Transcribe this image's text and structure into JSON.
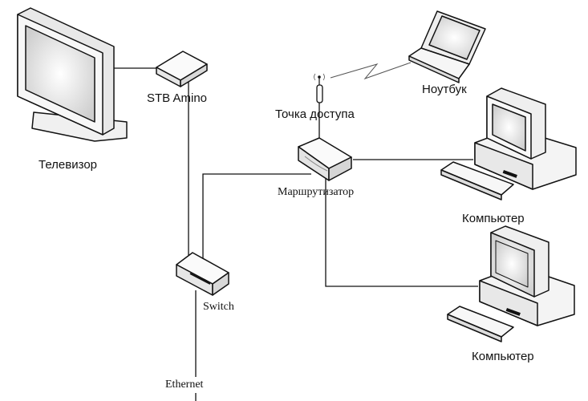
{
  "diagram": {
    "type": "network-topology",
    "nodes": {
      "tv": {
        "label": "Телевизор",
        "icon": "tv-monitor-icon"
      },
      "stb": {
        "label": "STB Amino",
        "icon": "set-top-box-icon"
      },
      "access_point": {
        "label": "Точка доступа",
        "icon": "wireless-antenna-icon"
      },
      "laptop": {
        "label": "Ноутбук",
        "icon": "laptop-icon"
      },
      "router": {
        "label": "Маршрутизатор",
        "icon": "router-icon"
      },
      "computer1": {
        "label": "Компьютер",
        "icon": "desktop-computer-icon"
      },
      "computer2": {
        "label": "Компьютер",
        "icon": "desktop-computer-icon"
      },
      "switch": {
        "label": "Switch",
        "icon": "network-switch-icon"
      },
      "ethernet": {
        "label": "Ethernet"
      }
    },
    "edges": [
      {
        "from": "tv",
        "to": "stb",
        "kind": "wired"
      },
      {
        "from": "stb",
        "to": "switch",
        "kind": "wired"
      },
      {
        "from": "router",
        "to": "switch",
        "kind": "wired"
      },
      {
        "from": "router",
        "to": "access_point",
        "kind": "wired"
      },
      {
        "from": "access_point",
        "to": "laptop",
        "kind": "wireless"
      },
      {
        "from": "router",
        "to": "computer1",
        "kind": "wired"
      },
      {
        "from": "router",
        "to": "computer2",
        "kind": "wired"
      },
      {
        "from": "switch",
        "to": "ethernet",
        "kind": "wired"
      }
    ],
    "colors": {
      "line": "#111111",
      "device_fill": "#f2f2f2",
      "screen_fill": "#dcdcdc"
    }
  }
}
